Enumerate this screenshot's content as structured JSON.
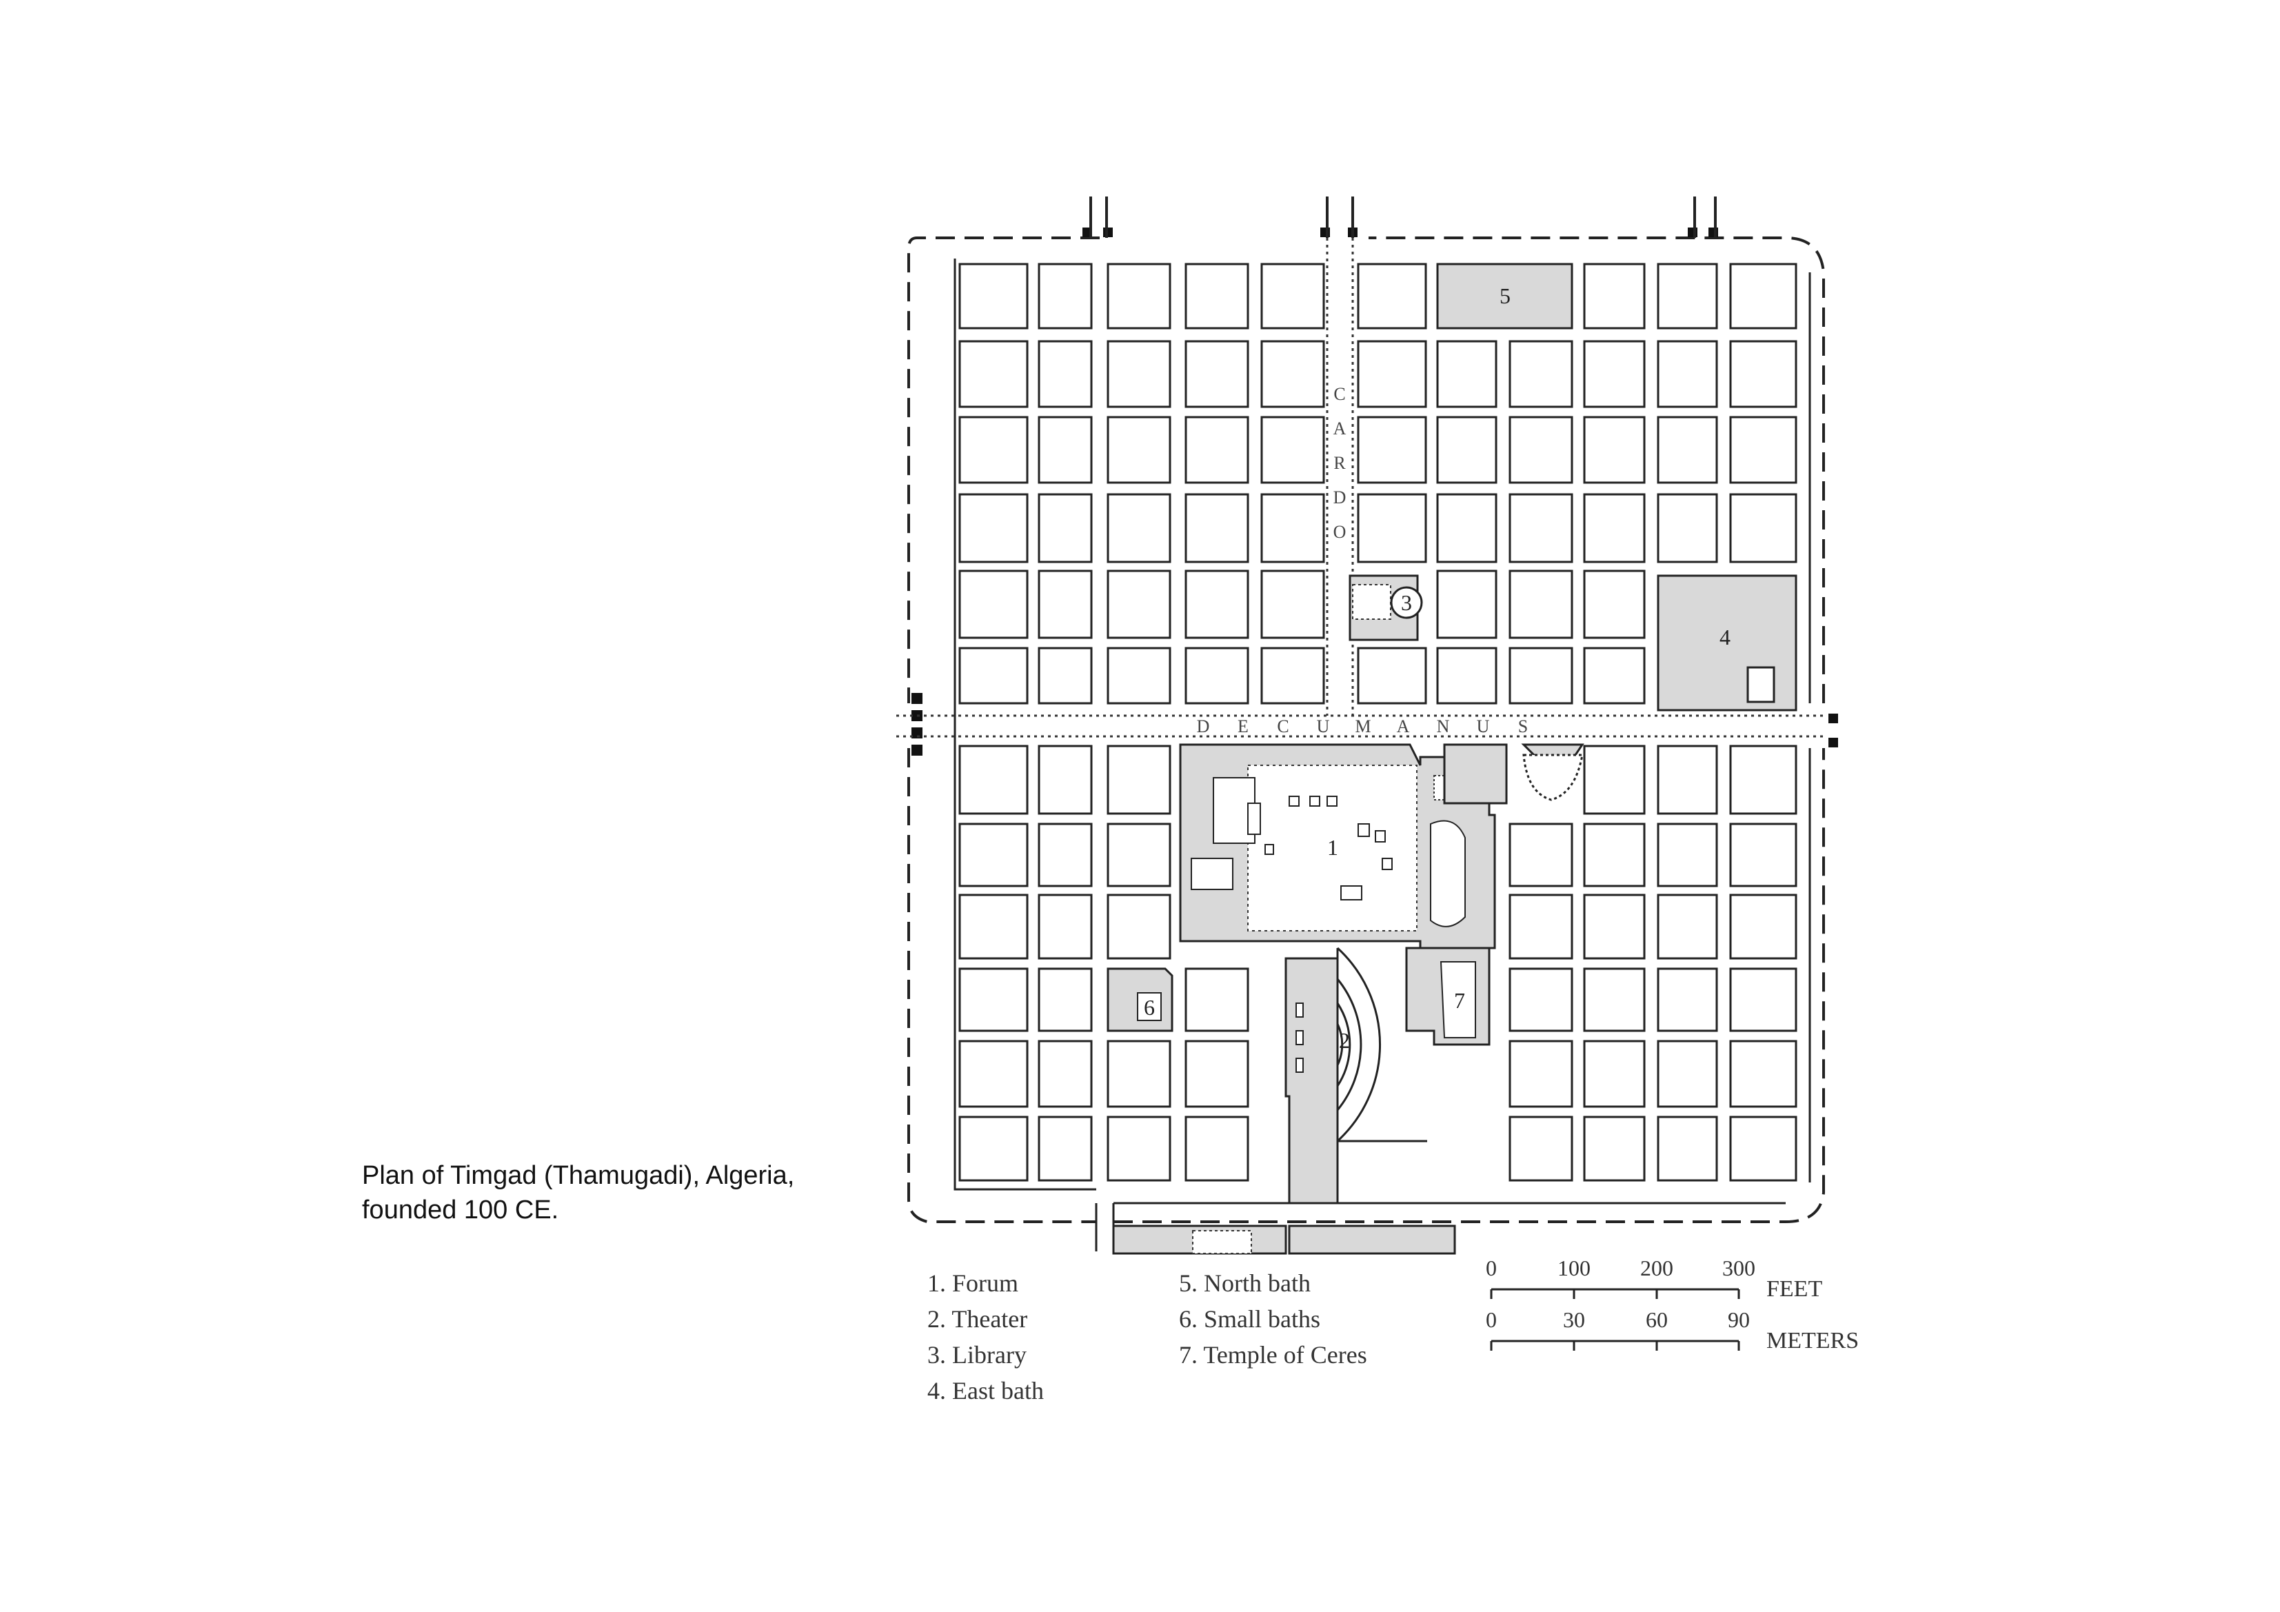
{
  "caption": {
    "line1": "Plan of Timgad (Thamugadi), Algeria,",
    "line2": "founded 100 CE."
  },
  "street_labels": {
    "cardo": [
      "C",
      "A",
      "R",
      "D",
      "O"
    ],
    "decumanus": [
      "D",
      "E",
      "C",
      "U",
      "M",
      "A",
      "N",
      "U",
      "S"
    ]
  },
  "markers": {
    "forum": "1",
    "theater": "2",
    "library": "3",
    "east_bath": "4",
    "north_bath": "5",
    "small_baths": "6",
    "temple_of_ceres": "7"
  },
  "legend": {
    "col1": [
      "1. Forum",
      "2. Theater",
      "3. Library",
      "4. East bath"
    ],
    "col2": [
      "5. North bath",
      "6. Small baths",
      "7. Temple of Ceres"
    ]
  },
  "scale": {
    "feet": {
      "ticks": [
        "0",
        "100",
        "200",
        "300"
      ],
      "unit": "FEET"
    },
    "meters": {
      "ticks": [
        "0",
        "30",
        "60",
        "90"
      ],
      "unit": "METERS"
    }
  },
  "colors": {
    "ink": "#222222",
    "shade": "#d9d9d9",
    "paper": "#ffffff"
  }
}
